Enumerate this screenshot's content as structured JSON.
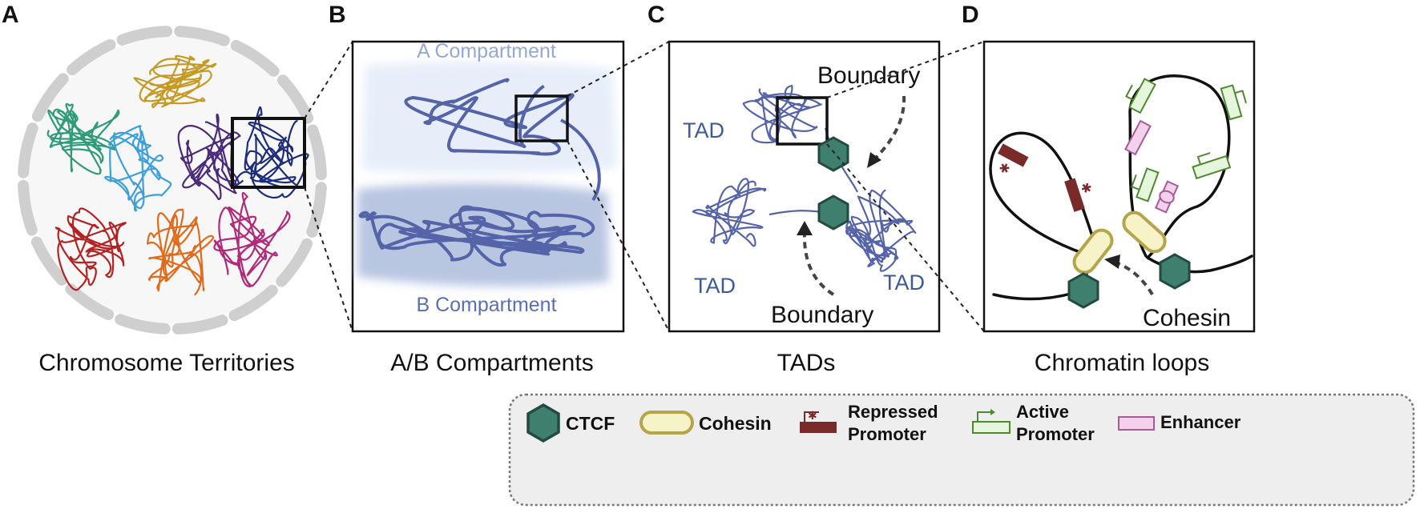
{
  "panels": [
    {
      "letter": "A",
      "caption": "Chromosome Territories"
    },
    {
      "letter": "B",
      "caption": "A/B Compartments",
      "label_a": "A Compartment",
      "label_b": "B Compartment"
    },
    {
      "letter": "C",
      "caption": "TADs",
      "tad_labels": [
        "TAD",
        "TAD",
        "TAD"
      ],
      "boundary_labels": [
        "Boundary",
        "Boundary"
      ]
    },
    {
      "letter": "D",
      "caption": "Chromatin loops",
      "cohesin_label": "Cohesin"
    }
  ],
  "legend": {
    "items": [
      {
        "label": "CTCF",
        "icon": "ctcf-hexagon-icon"
      },
      {
        "label": "Cohesin",
        "icon": "cohesin-ring-icon"
      },
      {
        "label_line1": "Repressed",
        "label_line2": "Promoter",
        "icon": "repressed-promoter-icon"
      },
      {
        "label_line1": "Active",
        "label_line2": "Promoter",
        "icon": "active-promoter-icon"
      },
      {
        "label": "Enhancer",
        "icon": "enhancer-icon"
      }
    ]
  },
  "colors": {
    "ctcf": "#3f7f6e",
    "cohesin_fill": "#f6f3c9",
    "cohesin_stroke": "#b5a449",
    "repressed": "#7b2a2a",
    "active_fill": "#e6f6dc",
    "active_stroke": "#4d8a2f",
    "enhancer_fill": "#f3d0ec",
    "enhancer_stroke": "#a45b96",
    "strand_blue": "#5563a8",
    "tad_text": "#3c5a98",
    "compartment_a_text": "#97a7d6",
    "compartment_b_text": "#5a6fb3",
    "territories": [
      "#c59a24",
      "#2f9b7a",
      "#3e9fd9",
      "#4a2a7a",
      "#1d2d7a",
      "#b32323",
      "#e06a1c",
      "#b02a7a"
    ]
  }
}
